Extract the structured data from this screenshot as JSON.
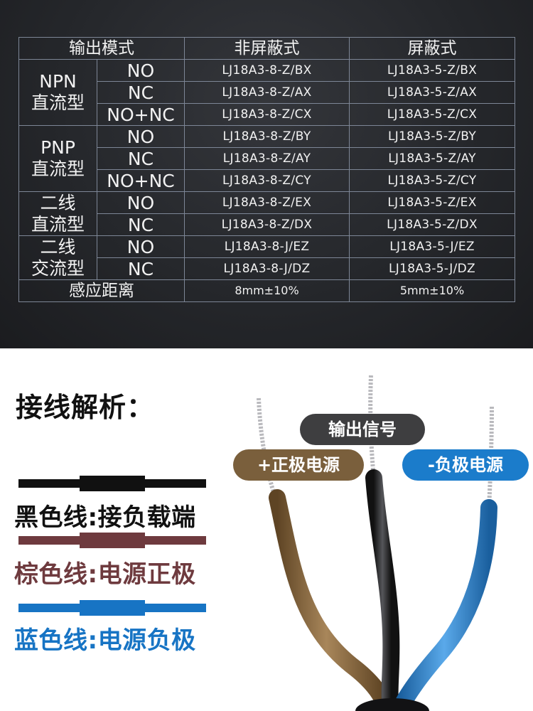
{
  "table": {
    "header": {
      "mode": "输出模式",
      "unshielded": "非屏蔽式",
      "shielded": "屏蔽式"
    },
    "groups": [
      {
        "label_line1": "NPN",
        "label_line2": "直流型",
        "rows": [
          {
            "mode": "NO",
            "unshielded": "LJ18A3-8-Z/BX",
            "shielded": "LJ18A3-5-Z/BX"
          },
          {
            "mode": "NC",
            "unshielded": "LJ18A3-8-Z/AX",
            "shielded": "LJ18A3-5-Z/AX"
          },
          {
            "mode": "NO+NC",
            "unshielded": "LJ18A3-8-Z/CX",
            "shielded": "LJ18A3-5-Z/CX"
          }
        ]
      },
      {
        "label_line1": "PNP",
        "label_line2": "直流型",
        "rows": [
          {
            "mode": "NO",
            "unshielded": "LJ18A3-8-Z/BY",
            "shielded": "LJ18A3-5-Z/BY"
          },
          {
            "mode": "NC",
            "unshielded": "LJ18A3-8-Z/AY",
            "shielded": "LJ18A3-5-Z/AY"
          },
          {
            "mode": "NO+NC",
            "unshielded": "LJ18A3-8-Z/CY",
            "shielded": "LJ18A3-5-Z/CY"
          }
        ]
      },
      {
        "label_line1": "二线",
        "label_line2": "直流型",
        "rows": [
          {
            "mode": "NO",
            "unshielded": "LJ18A3-8-Z/EX",
            "shielded": "LJ18A3-5-Z/EX"
          },
          {
            "mode": "NC",
            "unshielded": "LJ18A3-8-Z/DX",
            "shielded": "LJ18A3-5-Z/DX"
          }
        ]
      },
      {
        "label_line1": "二线",
        "label_line2": "交流型",
        "rows": [
          {
            "mode": "NO",
            "unshielded": "LJ18A3-8-J/EZ",
            "shielded": "LJ18A3-5-J/EZ"
          },
          {
            "mode": "NC",
            "unshielded": "LJ18A3-8-J/DZ",
            "shielded": "LJ18A3-5-J/DZ"
          }
        ]
      }
    ],
    "distance": {
      "label": "感应距离",
      "unshielded": "8mm±10%",
      "shielded": "5mm±10%"
    }
  },
  "wiring": {
    "title": "接线解析：",
    "legend": [
      {
        "text": "黑色线:接负载端",
        "color": "#111111"
      },
      {
        "text": "棕色线:电源正极",
        "color": "#6e3a3e"
      },
      {
        "text": "蓝色线:电源负极",
        "color": "#1774c4"
      }
    ],
    "labels": {
      "output": {
        "text": "输出信号",
        "color": "#3e3e40"
      },
      "positive": {
        "text": "+正极电源",
        "color": "#7a5f3c"
      },
      "negative": {
        "text": "-负极电源",
        "color": "#1b7ccb"
      }
    },
    "wire_colors": {
      "brown": "#8a6a3c",
      "black": "#2a2a2c",
      "blue": "#2f8ad6"
    }
  }
}
